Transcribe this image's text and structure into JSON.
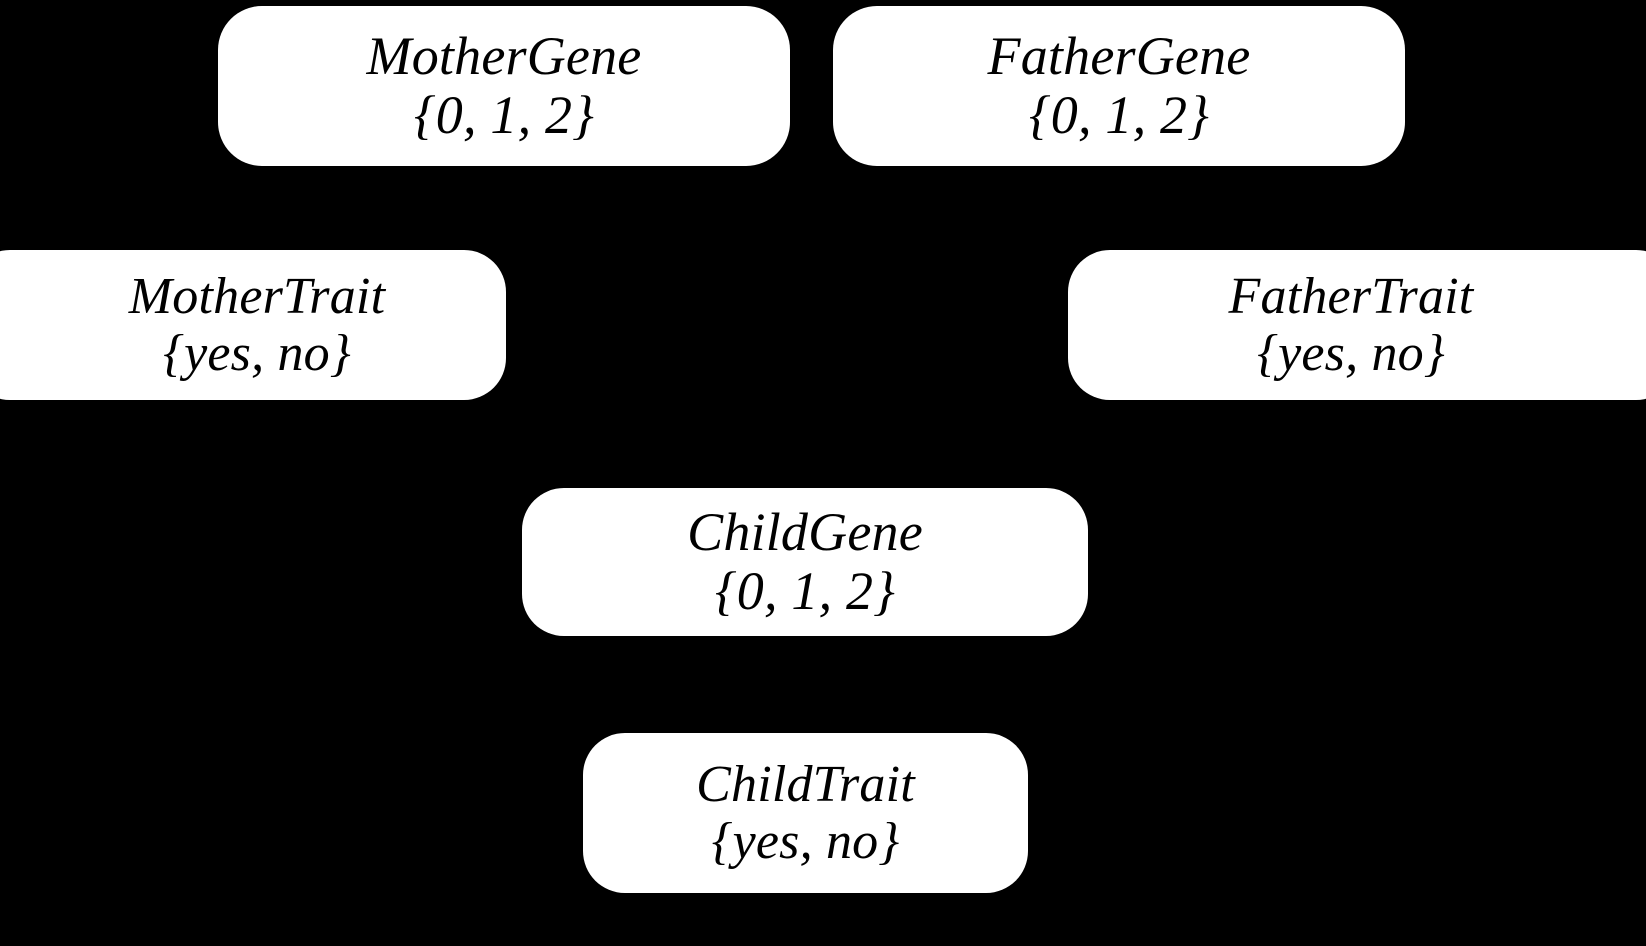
{
  "diagram": {
    "title": "Bayesian network of gene and trait variables",
    "type": "bayesian-network",
    "background_color": "#000000",
    "node_fill_color": "#ffffff",
    "node_text_color": "#000000",
    "nodes": [
      {
        "id": "mother-gene",
        "name": "MotherGene",
        "values": "{0, 1, 2}",
        "row": "parents",
        "side": "left"
      },
      {
        "id": "father-gene",
        "name": "FatherGene",
        "values": "{0, 1, 2}",
        "row": "parents",
        "side": "right"
      },
      {
        "id": "mother-trait",
        "name": "MotherTrait",
        "values": "{yes, no}",
        "row": "parent-traits",
        "side": "left"
      },
      {
        "id": "father-trait",
        "name": "FatherTrait",
        "values": "{yes, no}",
        "row": "parent-traits",
        "side": "right"
      },
      {
        "id": "child-gene",
        "name": "ChildGene",
        "values": "{0, 1, 2}",
        "row": "child",
        "side": "center"
      },
      {
        "id": "child-trait",
        "name": "ChildTrait",
        "values": "{yes, no}",
        "row": "child-trait",
        "side": "center"
      }
    ]
  }
}
